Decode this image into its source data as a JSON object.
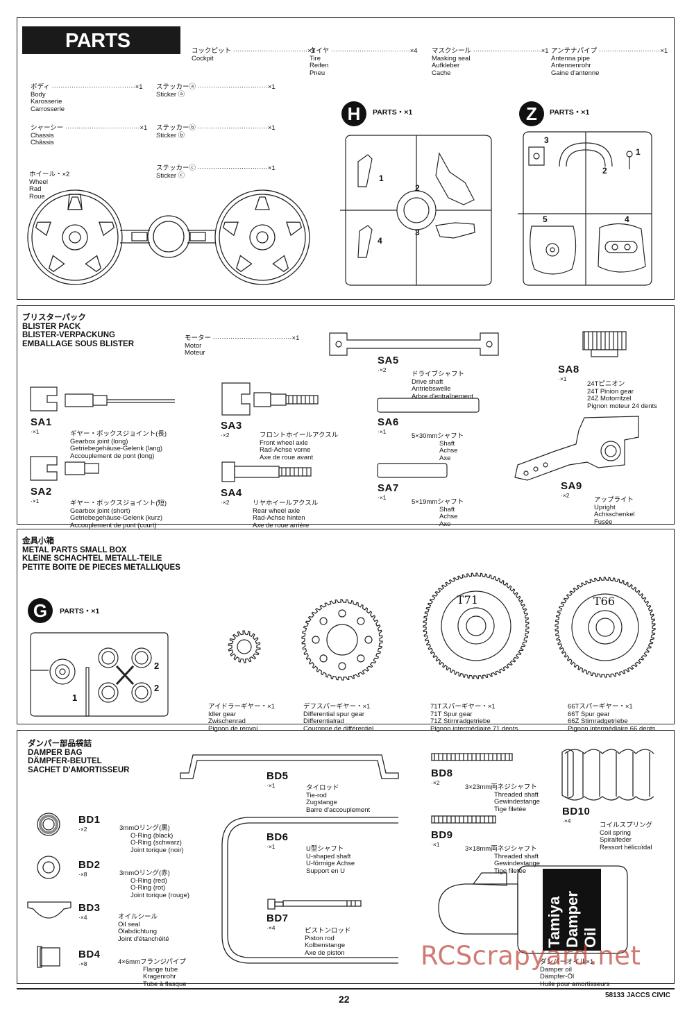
{
  "parts": {
    "title": "PARTS",
    "cockpit": {
      "jp": "コックピット ··································×1",
      "en": "Cockpit"
    },
    "tire": {
      "jp": "タイヤ ····································×4",
      "lines": [
        "Tire",
        "Reifen",
        "Pneu"
      ]
    },
    "mask": {
      "jp": "マスクシール ·······························×1",
      "lines": [
        "Masking seal",
        "Aufkleber",
        "Cache"
      ]
    },
    "antenna": {
      "jp": "アンテナパイプ ····························×1",
      "lines": [
        "Antenna pipe",
        "Antennenrohr",
        "Gaine d'antenne"
      ]
    },
    "body": {
      "jp": "ボディ ······································×1",
      "lines": [
        "Body",
        "Karosserie",
        "Carrosserie"
      ]
    },
    "chassis": {
      "jp": "シャーシー ··································×1",
      "lines": [
        "Chassis",
        "Châssis"
      ]
    },
    "wheel": {
      "jp": "ホイール・×2",
      "lines": [
        "Wheel",
        "Rad",
        "Roue"
      ]
    },
    "stickerA": {
      "jp": "ステッカーⓐ ································×1",
      "en": "Sticker ⓐ"
    },
    "stickerB": {
      "jp": "ステッカーⓑ ································×1",
      "en": "Sticker ⓑ"
    },
    "stickerC": {
      "jp": "ステッカーⓒ ································×1",
      "en": "Sticker ⓒ"
    },
    "treeH": {
      "letter": "H",
      "label": "PARTS・×1",
      "nums": [
        "1",
        "2",
        "3",
        "4"
      ]
    },
    "treeZ": {
      "letter": "Z",
      "label": "PARTS・×1",
      "nums": [
        "1",
        "2",
        "3",
        "4",
        "5"
      ]
    }
  },
  "blister": {
    "title": [
      "ブリスターパック",
      "BLISTER PACK",
      "BLISTER-VERPACKUNG",
      "EMBALLAGE SOUS BLISTER"
    ],
    "motor": {
      "jp": "モーター ····································×1",
      "lines": [
        "Motor",
        "Moteur"
      ]
    },
    "items": [
      {
        "code": "SA1",
        "qty": "·×1",
        "lines": [
          "ギヤー・ボックスジョイント(長)",
          "Gearbox joint (long)",
          "Getriebegehäuse-Gelenk (lang)",
          "Accouplement de pont (long)"
        ]
      },
      {
        "code": "SA2",
        "qty": "·×1",
        "lines": [
          "ギヤー・ボックスジョイント(短)",
          "Gearbox joint (short)",
          "Getriebegehäuse-Gelenk (kurz)",
          "Accouplement de pont (court)"
        ]
      },
      {
        "code": "SA3",
        "qty": "·×2",
        "lines": [
          "フロントホイールアクスル",
          "Front wheel axle",
          "Rad-Achse vorne",
          "Axe de roue avant"
        ]
      },
      {
        "code": "SA4",
        "qty": "·×2",
        "lines": [
          "リヤホイールアクスル",
          "Rear wheel axle",
          "Rad-Achse hinten",
          "Axe de roue arrière"
        ]
      },
      {
        "code": "SA5",
        "qty": "·×2",
        "lines": [
          "ドライブシャフト",
          "Drive shaft",
          "Antriebswelle",
          "Arbre d'entraînement"
        ]
      },
      {
        "code": "SA6",
        "qty": "·×1",
        "lines": [
          "5×30mmシャフト",
          "Shaft",
          "Achse",
          "Axe"
        ]
      },
      {
        "code": "SA7",
        "qty": "·×1",
        "lines": [
          "5×19mmシャフト",
          "Shaft",
          "Achse",
          "Axe"
        ]
      },
      {
        "code": "SA8",
        "qty": "·×1",
        "lines": [
          "24Tピニオン",
          "24T Pinion gear",
          "24Z Motorritzel",
          "Pignon moteur 24 dents"
        ]
      },
      {
        "code": "SA9",
        "qty": "·×2",
        "lines": [
          "アップライト",
          "Upright",
          "Achsschenkel",
          "Fusée"
        ]
      }
    ]
  },
  "metal": {
    "title": [
      "金具小箱",
      "METAL PARTS SMALL BOX",
      "KLEINE SCHACHTEL METALL-TEILE",
      "PETITE BOITE DE PIECES METALLIQUES"
    ],
    "treeG": {
      "letter": "G",
      "label": "PARTS・×1",
      "nums": [
        "1",
        "2",
        "2"
      ]
    },
    "idler": [
      "アイドラーギヤー・×1",
      "Idler gear",
      "Zwischenrad",
      "Pignon de renvoi"
    ],
    "diff": [
      "デフスパーギヤー・×1",
      "Differential spur gear",
      "Differentialrad",
      "Couronne de différentiel"
    ],
    "spur71": {
      "mark": "T71",
      "lines": [
        "71Tスパーギヤー・×1",
        "71T Spur gear",
        "71Z Stirnradgetriebe",
        "Pignon intermédiaire 71 dents"
      ]
    },
    "spur66": {
      "mark": "T66",
      "lines": [
        "66Tスパーギヤー・×1",
        "66T Spur gear",
        "66Z Stirnradgetriebe",
        "Pignon intermédiaire 66 dents"
      ]
    }
  },
  "damper": {
    "title": [
      "ダンパー部品袋詰",
      "DAMPER BAG",
      "DÄMPFER-BEUTEL",
      "SACHET D'AMORTISSEUR"
    ],
    "items": [
      {
        "code": "BD1",
        "qty": "·×2",
        "lines": [
          "3mmOリング(黒)",
          "O-Ring (black)",
          "O-Ring (schwarz)",
          "Joint torique (noir)"
        ]
      },
      {
        "code": "BD2",
        "qty": "·×8",
        "lines": [
          "3mmOリング(赤)",
          "O-Ring (red)",
          "O-Ring (rot)",
          "Joint torique (rouge)"
        ]
      },
      {
        "code": "BD3",
        "qty": "·×4",
        "lines": [
          "オイルシール",
          "Oil seal",
          "Ölabdichtung",
          "Joint d'étanchéité"
        ]
      },
      {
        "code": "BD4",
        "qty": "·×8",
        "lines": [
          "4×6mmフランジパイプ",
          "Flange tube",
          "Kragenrohr",
          "Tube à flasque"
        ]
      },
      {
        "code": "BD5",
        "qty": "·×1",
        "lines": [
          "タイロッド",
          "Tie-rod",
          "Zugstange",
          "Barre d'accouplement"
        ]
      },
      {
        "code": "BD6",
        "qty": "·×1",
        "lines": [
          "U型シャフト",
          "U-shaped shaft",
          "U-förmige Achse",
          "Support en U"
        ]
      },
      {
        "code": "BD7",
        "qty": "·×4",
        "lines": [
          "ピストンロッド",
          "Piston rod",
          "Kolbenstange",
          "Axe de piston"
        ]
      },
      {
        "code": "BD8",
        "qty": "·×2",
        "lines": [
          "3×23mm両ネジシャフト",
          "Threaded shaft",
          "Gewindestange",
          "Tige filetée"
        ]
      },
      {
        "code": "BD9",
        "qty": "·×1",
        "lines": [
          "3×18mm両ネジシャフト",
          "Threaded shaft",
          "Gewindestange",
          "Tige filetée"
        ]
      },
      {
        "code": "BD10",
        "qty": "·×4",
        "lines": [
          "コイルスプリング",
          "Coil spring",
          "Spiralfeder",
          "Ressort hélicoïdal"
        ]
      }
    ],
    "oil": {
      "bottle": [
        "Tamiya",
        "Damper",
        "Oil"
      ],
      "lines": [
        "ダンパーオイル×1",
        "Damper oil",
        "Dämpfer-Öl",
        "Huile pour amortisseurs"
      ]
    }
  },
  "footer": {
    "page": "22",
    "model": "58133 JACCS CIVIC",
    "watermark": "RCScrapyard.net"
  }
}
